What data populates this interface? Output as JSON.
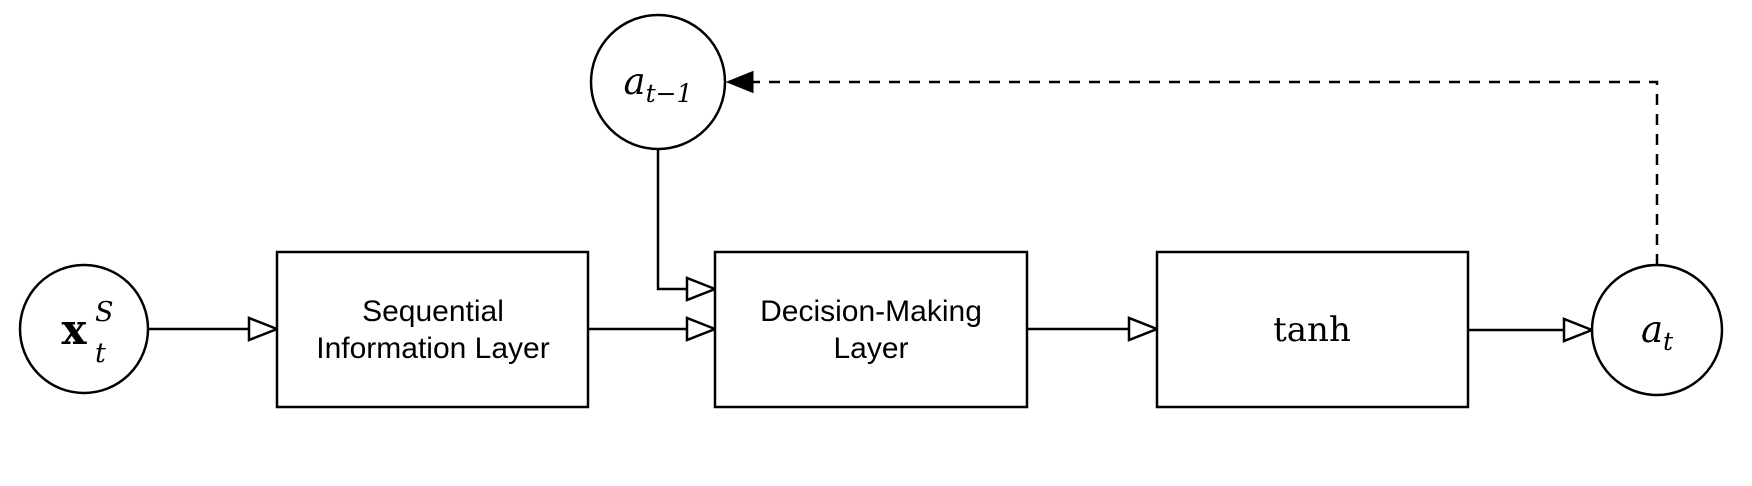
{
  "diagram": {
    "nodes": {
      "input_state": {
        "base": "x",
        "superscript": "S",
        "subscript": "t"
      },
      "prev_action": {
        "base": "a",
        "subscript": "t−1"
      },
      "action": {
        "base": "a",
        "subscript": "t"
      },
      "sequential_layer": {
        "line1": "Sequential",
        "line2": "Information Layer"
      },
      "decision_layer": {
        "line1": "Decision-Making",
        "line2": "Layer"
      },
      "activation": {
        "label": "tanh"
      }
    },
    "colors": {
      "stroke": "#000000",
      "background": "#ffffff"
    }
  }
}
